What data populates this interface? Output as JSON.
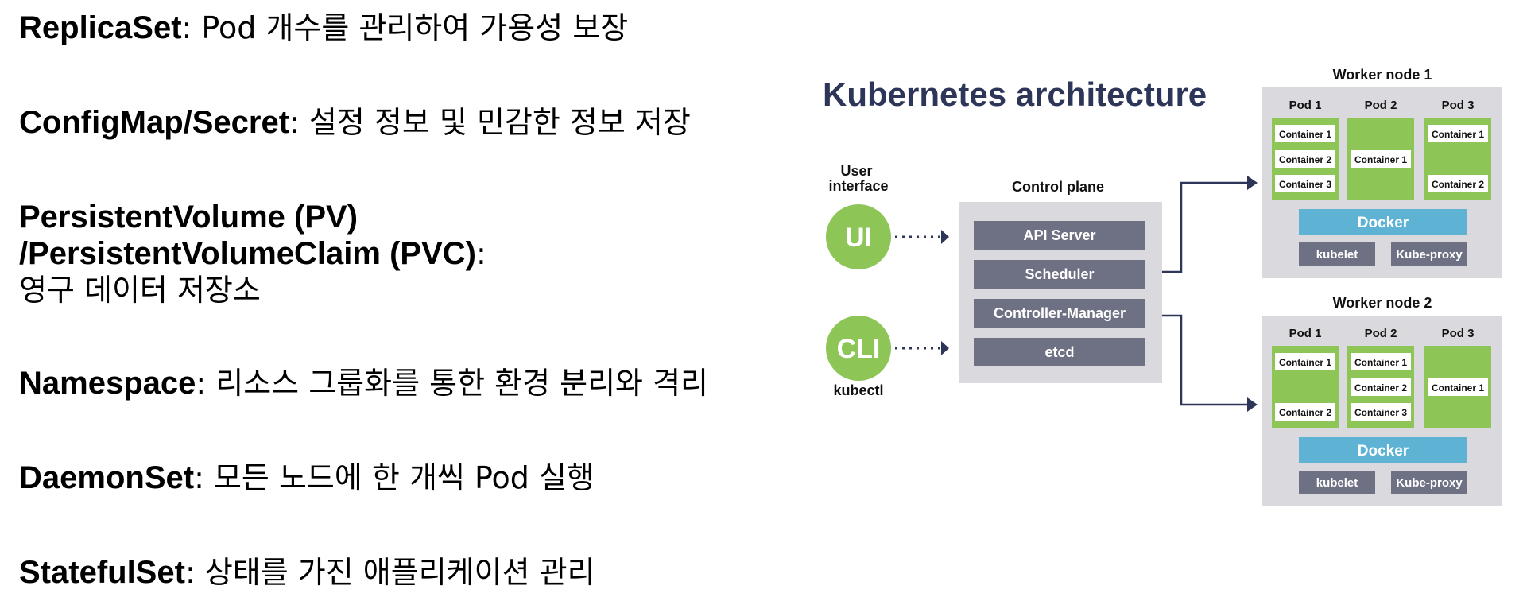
{
  "terms": [
    {
      "name": "ReplicaSet",
      "desc": ": Pod 개수를 관리하여 가용성 보장"
    },
    {
      "name": "ConfigMap/Secret",
      "desc": ": 설정 정보 및 민감한 정보 저장"
    },
    {
      "name1": "PersistentVolume (PV)",
      "name2": "/PersistentVolumeClaim (PVC)",
      "colon": ":",
      "desc": "영구 데이터 저장소"
    },
    {
      "name": "Namespace",
      "desc": ": 리소스 그룹화를 통한 환경 분리와 격리"
    },
    {
      "name": "DaemonSet",
      "desc": ": 모든 노드에 한 개씩 Pod 실행"
    },
    {
      "name": "StatefulSet",
      "desc": ": 상태를 가진 애플리케이션 관리"
    }
  ],
  "diagram": {
    "title": "Kubernetes architecture",
    "user_interface_label": "User interface",
    "user_interface_line1": "User",
    "user_interface_line2": "interface",
    "ui_label": "UI",
    "cli_label": "CLI",
    "kubectl_label": "kubectl",
    "control_plane": {
      "title": "Control plane",
      "components": [
        "API Server",
        "Scheduler",
        "Controller-Manager",
        "etcd"
      ]
    },
    "worker_nodes": [
      {
        "title": "Worker node 1",
        "pods": [
          {
            "name": "Pod 1",
            "containers": [
              "Container 1",
              "Container 2",
              "Container 3"
            ]
          },
          {
            "name": "Pod 2",
            "containers": [
              "Container 1"
            ]
          },
          {
            "name": "Pod 3",
            "containers": [
              "Container 1",
              "Container 2"
            ]
          }
        ],
        "runtime": "Docker",
        "agents": [
          "kubelet",
          "Kube-proxy"
        ]
      },
      {
        "title": "Worker node 2",
        "pods": [
          {
            "name": "Pod 1",
            "containers": [
              "Container 1",
              "Container 2"
            ]
          },
          {
            "name": "Pod 2",
            "containers": [
              "Container 1",
              "Container 2",
              "Container 3"
            ]
          },
          {
            "name": "Pod 3",
            "containers": [
              "Container 1"
            ]
          }
        ],
        "runtime": "Docker",
        "agents": [
          "kubelet",
          "Kube-proxy"
        ]
      }
    ],
    "colors": {
      "title": "#2d3658",
      "circle": "#8dc556",
      "panel": "#d9d9de",
      "component": "#6e7183",
      "pod": "#8dc556",
      "docker": "#5eb3d5",
      "arrow": "#2d3658"
    }
  }
}
